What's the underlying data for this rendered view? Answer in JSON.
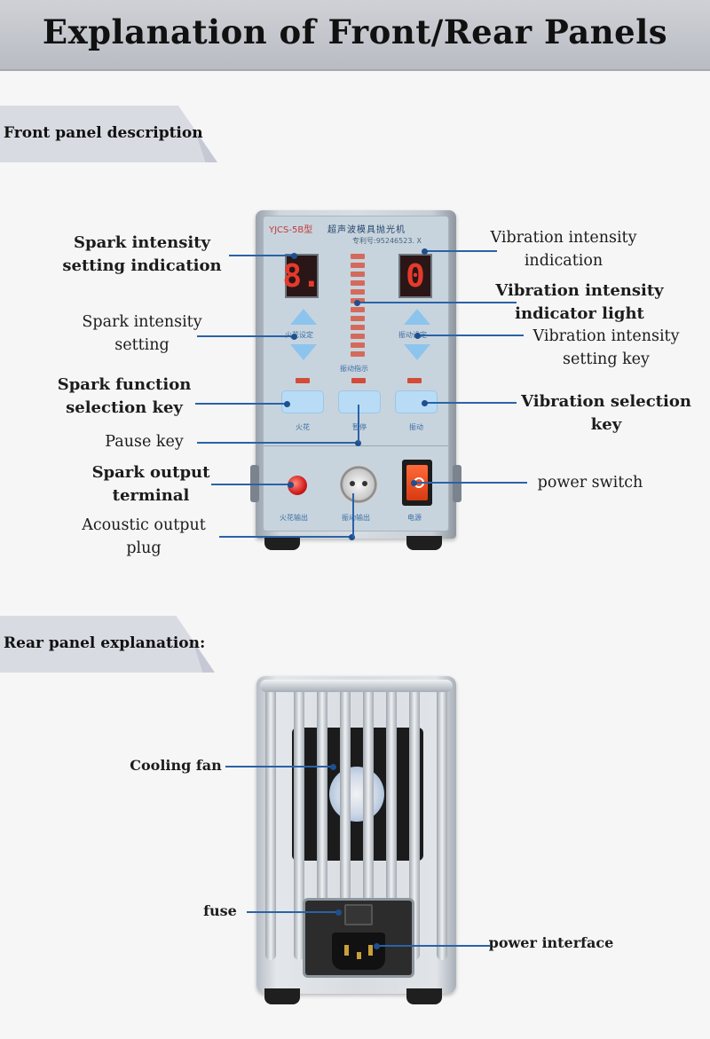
{
  "title": "Explanation of Front/Rear Panels",
  "front_section": {
    "heading": "Front panel description"
  },
  "rear_section": {
    "heading": "Rear panel explanation:"
  },
  "device": {
    "model": "YJCS-5B型",
    "cn_title": "超声波模具抛光机",
    "patent": "专利号:95246523. X",
    "left_display": "8.",
    "right_display": "0",
    "cn_spark_set": "火花设定",
    "cn_vib_set": "振动设定",
    "cn_vib_indicator": "振动指示",
    "cn_spark": "火花",
    "cn_pause": "暂停",
    "cn_vibration": "振动",
    "cn_spark_out": "火花输出",
    "cn_vib_out": "振动输出",
    "cn_power": "电源"
  },
  "front_labels": {
    "spark_intensity_indication": [
      "Spark intensity",
      "setting indication"
    ],
    "spark_intensity_setting": [
      "Spark intensity",
      "setting"
    ],
    "spark_function_key": [
      "Spark function",
      "selection key"
    ],
    "pause_key": "Pause key",
    "spark_output_terminal": [
      "Spark output",
      "terminal"
    ],
    "acoustic_output_plug": [
      "Acoustic output",
      "plug"
    ],
    "vibration_intensity_indication": [
      "Vibration intensity",
      "indication"
    ],
    "vibration_indicator_light": [
      "Vibration intensity",
      "indicator light"
    ],
    "vibration_setting_key": [
      "Vibration intensity",
      "setting key"
    ],
    "vibration_selection_key": [
      "Vibration selection",
      "key"
    ],
    "power_switch": "power switch"
  },
  "rear_labels": {
    "cooling_fan": "Cooling fan",
    "fuse": "fuse",
    "power_interface": "power interface"
  },
  "colors": {
    "callout_line": "#2a62a8",
    "display_red": "#e43a2c",
    "key_blue": "#b8dcf5",
    "banner": "#c4c7cd"
  }
}
